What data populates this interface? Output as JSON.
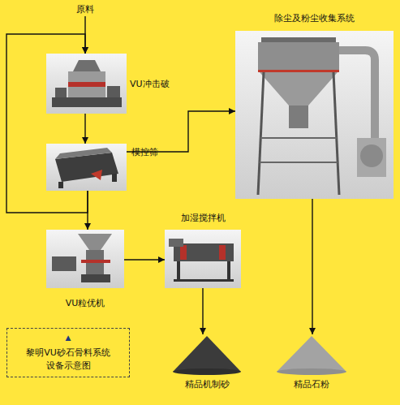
{
  "diagram": {
    "nodes": [
      {
        "text": [
          "原料"
        ]
      },
      {
        "text": [
          "VU冲击破"
        ]
      },
      {
        "text": [
          "模控筛"
        ]
      },
      {
        "text": [
          "VU粒优机"
        ]
      },
      {
        "text": [
          "加湿搅拌机"
        ]
      },
      {
        "text": [
          "除尘及粉尘收集系统"
        ]
      },
      {
        "text": [
          "精品机制砂"
        ]
      },
      {
        "text": [
          "精品石粉"
        ]
      },
      {
        "text": [
          "▲",
          "黎明VU砂石骨料系统 设备示意图"
        ]
      }
    ],
    "edges": [
      {
        "from": 0,
        "to": 1,
        "arrow": "to"
      },
      {
        "from": 1,
        "to": 2,
        "arrow": "to"
      },
      {
        "from": 2,
        "to": 3,
        "arrow": "to"
      },
      {
        "from": 2,
        "to": 1,
        "arrow": "to"
      },
      {
        "from": 2,
        "to": 5,
        "arrow": "to"
      },
      {
        "from": 3,
        "to": 4,
        "arrow": "to"
      },
      {
        "from": 4,
        "to": 6,
        "arrow": "to"
      },
      {
        "from": 5,
        "to": 7,
        "arrow": "to"
      }
    ]
  }
}
